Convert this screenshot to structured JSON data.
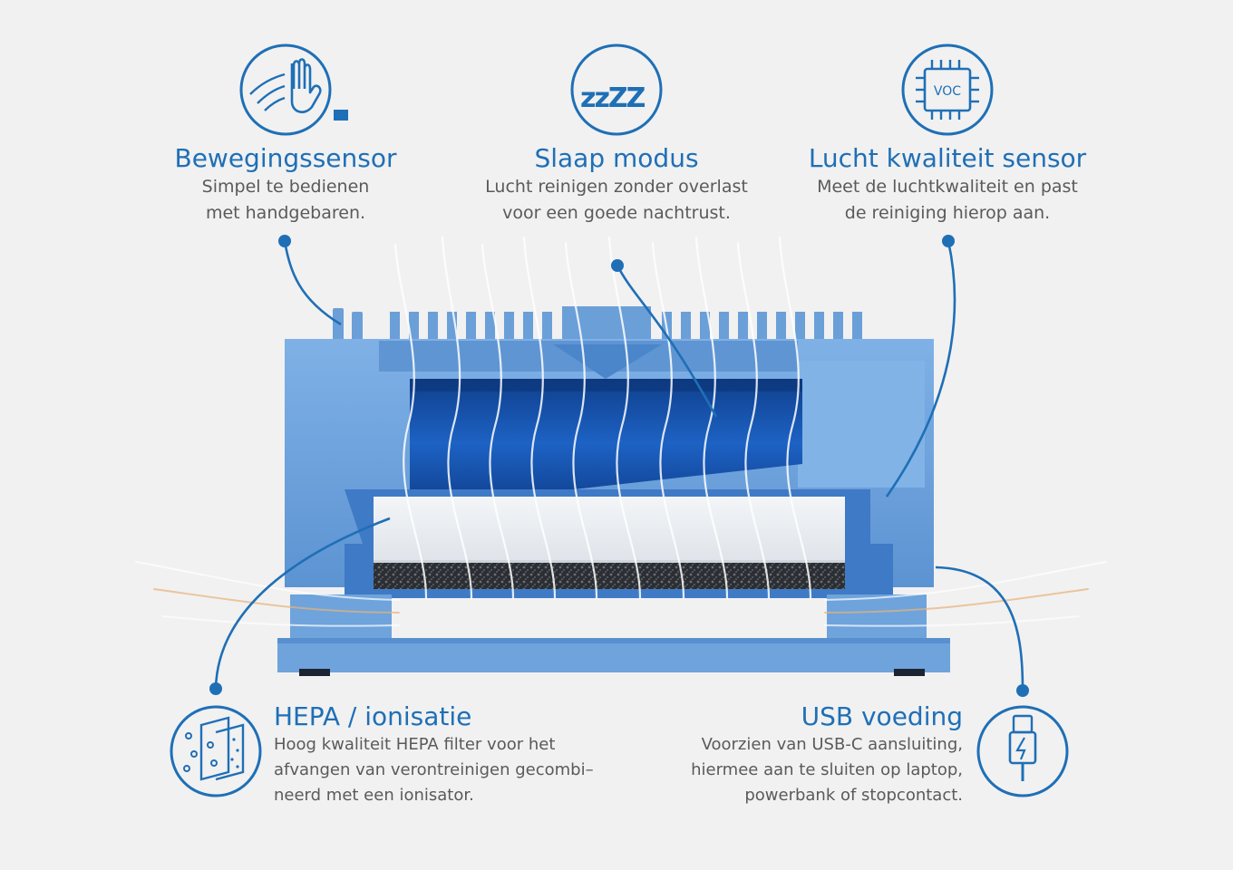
{
  "colors": {
    "background": "#f1f1f1",
    "accent": "#1f6fb6",
    "text": "#5a5a5a",
    "device_body": "#6a9fd9",
    "device_dark": "#1a4fa0",
    "filter_white": "#e9ecef",
    "carbon": "#2a2d31",
    "airflow": "#ffffff",
    "warm_flow": "#e8b27a"
  },
  "features": [
    {
      "id": "motion",
      "icon": "hand-wave-icon",
      "title": "Bewegingssensor",
      "lines": [
        "Simpel te bedienen",
        "met handgebaren."
      ]
    },
    {
      "id": "sleep",
      "icon": "zzz-icon",
      "icon_text": "zzZZ",
      "title": "Slaap modus",
      "lines": [
        "Lucht reinigen zonder overlast",
        "voor een goede nachtrust."
      ]
    },
    {
      "id": "air",
      "icon": "voc-chip-icon",
      "icon_text": "VOC",
      "title": "Lucht kwaliteit sensor",
      "lines": [
        "Meet de luchtkwaliteit en past",
        "de reiniging hierop aan."
      ]
    },
    {
      "id": "hepa",
      "icon": "filter-layers-icon",
      "title": "HEPA / ionisatie",
      "lines": [
        "Hoog kwaliteit HEPA filter voor het",
        "afvangen van verontreinigen gecombi–",
        "neerd met een ionisator."
      ]
    },
    {
      "id": "usb",
      "icon": "usb-plug-icon",
      "title": "USB voeding",
      "lines": [
        "Voorzien van USB-C aansluiting,",
        "hiermee aan te sluiten op laptop,",
        "powerbank of stopcontact."
      ]
    }
  ]
}
